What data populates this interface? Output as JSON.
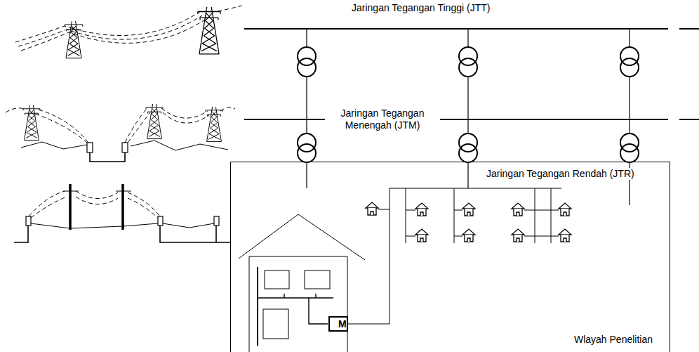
{
  "diagram": {
    "nodes": [
      {
        "text": [
          "Wlayah Penelitian"
        ]
      },
      {
        "text": [
          "M"
        ],
        "in": 0
      }
    ],
    "labels": [
      "Jaringan Tegangan Tinggi (JTT)",
      "Jaringan Tegangan Menengah (JTM)",
      "Jaringan Tegangan Rendah (JTR)"
    ]
  }
}
